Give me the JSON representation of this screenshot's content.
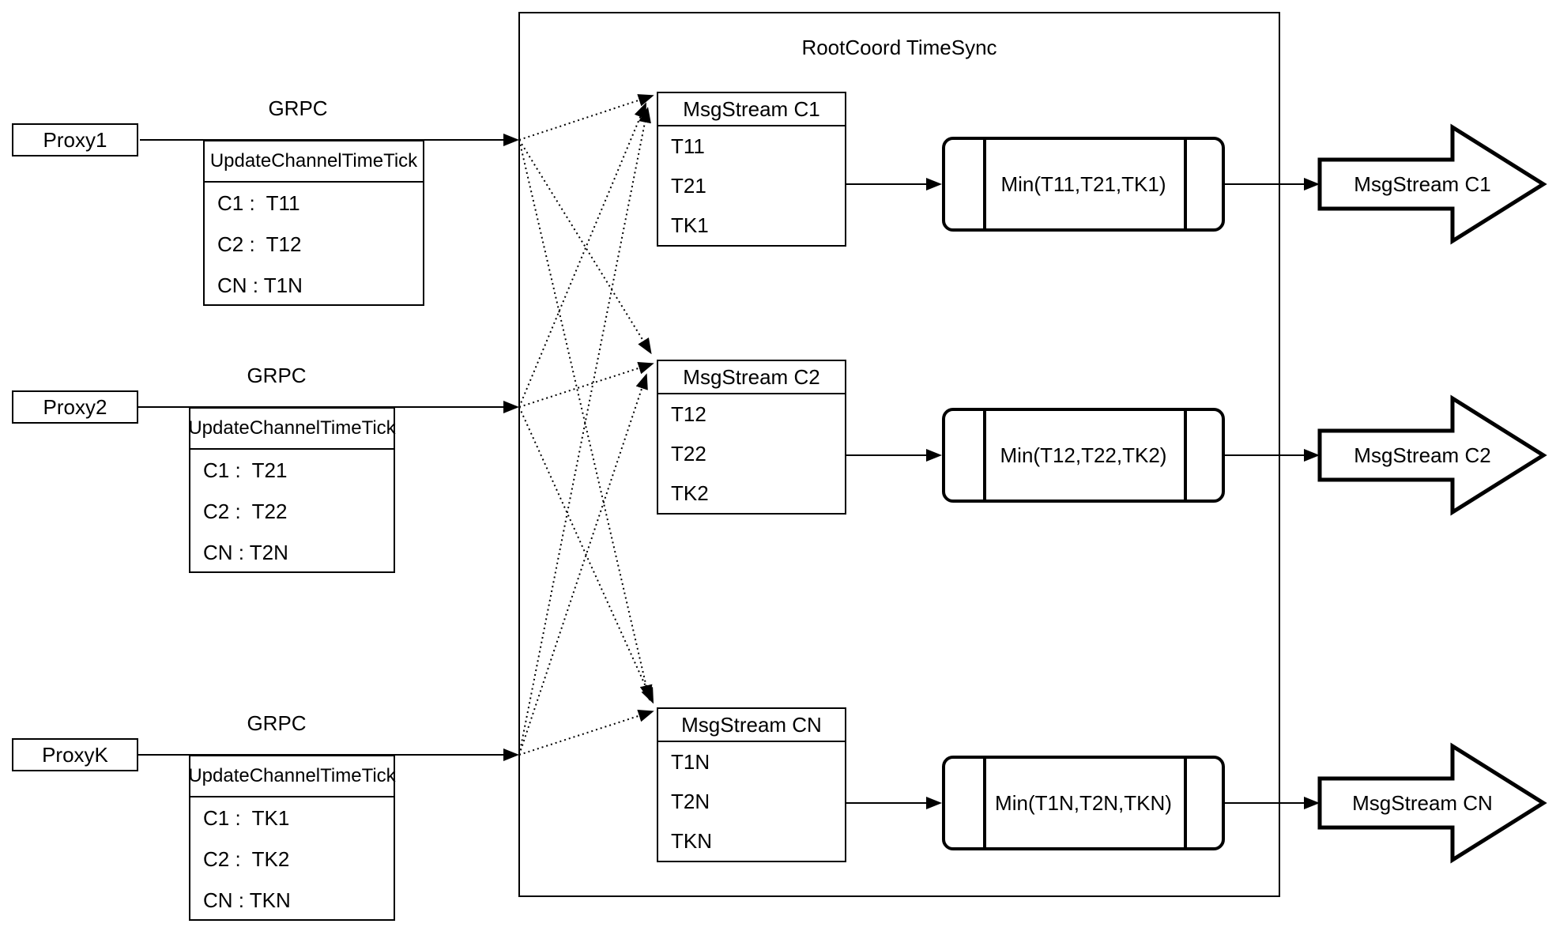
{
  "diagram": {
    "title": "RootCoord TimeSync",
    "colors": {
      "stroke": "#000000",
      "background": "#ffffff"
    },
    "rows": [
      {
        "proxy": "Proxy1",
        "grpc": "GRPC",
        "tick_header": "UpdateChannelTimeTick",
        "tick_rows": [
          "C1 :  T11",
          "C2 :  T12",
          "CN : T1N"
        ],
        "stream_header": "MsgStream C1",
        "stream_rows": [
          "T11",
          "T21",
          "TK1"
        ],
        "min": "Min(T11,T21,TK1)",
        "output": "MsgStream C1"
      },
      {
        "proxy": "Proxy2",
        "grpc": "GRPC",
        "tick_header": "UpdateChannelTimeTick",
        "tick_rows": [
          "C1 :  T21",
          "C2 :  T22",
          "CN : T2N"
        ],
        "stream_header": "MsgStream C2",
        "stream_rows": [
          "T12",
          "T22",
          "TK2"
        ],
        "min": "Min(T12,T22,TK2)",
        "output": "MsgStream C2"
      },
      {
        "proxy": "ProxyK",
        "grpc": "GRPC",
        "tick_header": "UpdateChannelTimeTick",
        "tick_rows": [
          "C1 :  TK1",
          "C2 :  TK2",
          "CN : TKN"
        ],
        "stream_header": "MsgStream CN",
        "stream_rows": [
          "T1N",
          "T2N",
          "TKN"
        ],
        "min": "Min(T1N,T2N,TKN)",
        "output": "MsgStream CN"
      }
    ]
  }
}
